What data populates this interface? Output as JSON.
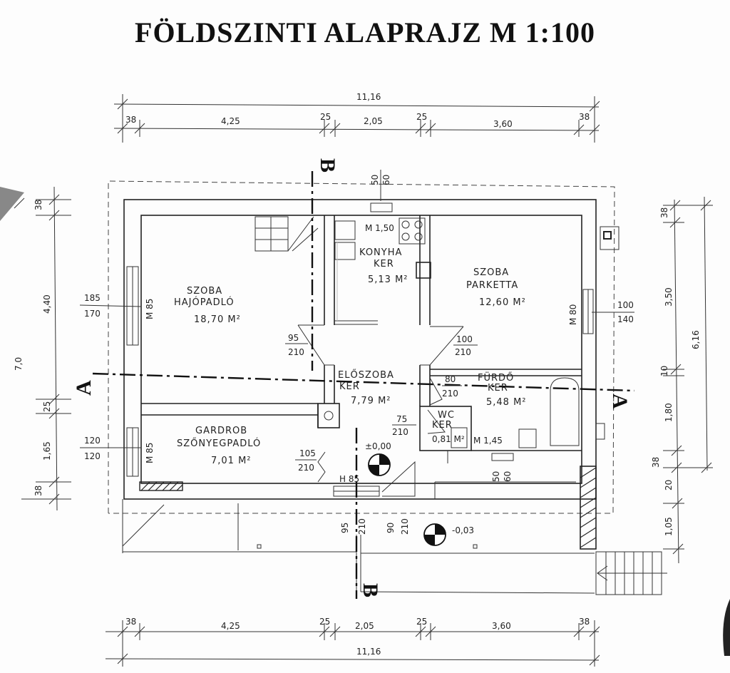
{
  "title": "FÖLDSZINTI ALAPRAJZ M 1:100",
  "section_marks": {
    "a_left": "A",
    "a_right": "A",
    "b_top": "B",
    "b_bottom": "B"
  },
  "dims_top": {
    "total": "11,16",
    "d1": "38",
    "d2": "4,25",
    "d3": "25",
    "d4": "2,05",
    "d5": "25",
    "d6": "3,60",
    "d7": "38"
  },
  "dims_bottom": {
    "total": "11,16",
    "d1": "38",
    "d2": "4,25",
    "d3": "25",
    "d4": "2,05",
    "d5": "25",
    "d6": "3,60",
    "d7": "38"
  },
  "dims_left": {
    "total_440": "4,40",
    "total_cut": "7,0",
    "d_top38": "38",
    "d_25": "25",
    "d_165": "1,65",
    "d_bot38": "38"
  },
  "dims_right": {
    "total_616": "6,16",
    "d_38top": "38",
    "d_350": "3,50",
    "d_10": "10",
    "d_180": "1,80",
    "d_38": "38",
    "d_20": "20",
    "d_105": "1,05"
  },
  "rooms": {
    "szoba1_name": "SZOBA",
    "szoba1_floor": "HAJÓPADLÓ",
    "szoba1_area": "18,70 M²",
    "konyha_name": "KONYHA",
    "konyha_floor": "KER",
    "konyha_area": "5,13 M²",
    "szoba2_name": "SZOBA",
    "szoba2_floor": "PARKETTA",
    "szoba2_area": "12,60 M²",
    "eloszoba_name": "ELŐSZOBA",
    "eloszoba_floor": "KER",
    "eloszoba_area": "7,79 M²",
    "furdo_name": "FÜRDŐ",
    "furdo_floor": "KER",
    "furdo_area": "5,48 M²",
    "wc_name": "WC",
    "wc_floor": "KER",
    "wc_area": "0,81 M²",
    "gardrob_name": "GARDROB",
    "gardrob_floor": "SZŐNYEGPADLÓ",
    "gardrob_area": "7,01 M²"
  },
  "openings": {
    "w_left1_top": "185",
    "w_left1_bot": "170",
    "w_left1_m": "M 85",
    "w_left2_top": "120",
    "w_left2_bot": "120",
    "w_left2_m": "M 85",
    "w_right_top": "100",
    "w_right_bot": "140",
    "w_right_m": "M 80",
    "w_top_a": "50",
    "w_top_b": "60",
    "konyha_m": "M 1,50",
    "d1_top": "95",
    "d1_bot": "210",
    "d2_top": "100",
    "d2_bot": "210",
    "d3_top": "80",
    "d3_bot": "210",
    "d4_top": "75",
    "d4_bot": "210",
    "gard_door_top": "105",
    "gard_door_bot": "210",
    "entry_m": "H 85",
    "wc_m": "M 1,45",
    "wc_win_a": "50",
    "wc_win_b": "60",
    "entry_a": "95",
    "entry_b": "210",
    "entry_c": "90",
    "entry_d": "210"
  },
  "levels": {
    "inside": "±0,00",
    "outside": "-0,03"
  }
}
